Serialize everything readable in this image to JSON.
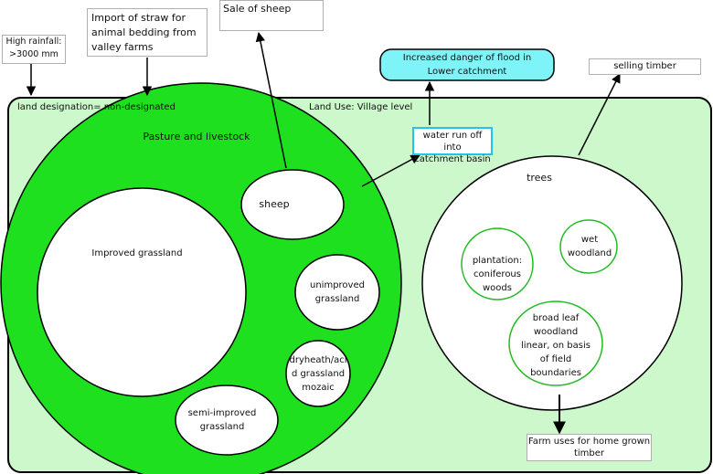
{
  "colors": {
    "landuse_fill": "#ccf8cc",
    "pasture_fill": "#1ee01e",
    "circle_fill": "#ffffff",
    "flood_fill": "#7ff4f8",
    "runoff_border": "#22c4ee",
    "grey_border": "#b0b0b0",
    "green_border": "#22bb22"
  },
  "inputs": {
    "rainfall": "High rainfall:\n>3000 mm",
    "straw": "Import of straw for\nanimal bedding from\nvalley farms"
  },
  "outputs": {
    "sheep_sale": "Sale of sheep",
    "flood": "Increased danger of flood in\nLower catchment",
    "timber_sale": "selling timber",
    "farm_uses": "Farm uses for home grown\ntimber"
  },
  "landuse": {
    "designation": "land designation= non-designated",
    "title": "Land Use: Village level"
  },
  "runoff": "water run off into\ncatchment basin",
  "pasture": {
    "title": "Pasture and livestock",
    "improved": "Improved grassland",
    "sheep": "sheep",
    "unimproved": "unimproved\ngrassland",
    "dryheath": "dryheath/aci\nd grassland\nmozaic",
    "semi": "semi-improved\ngrassland"
  },
  "trees": {
    "title": "trees",
    "plantation": "plantation:\nconiferous\nwoods",
    "wet": "wet\nwoodland",
    "broadleaf": "broad leaf\nwoodland\nlinear, on basis\nof field\nboundaries"
  }
}
